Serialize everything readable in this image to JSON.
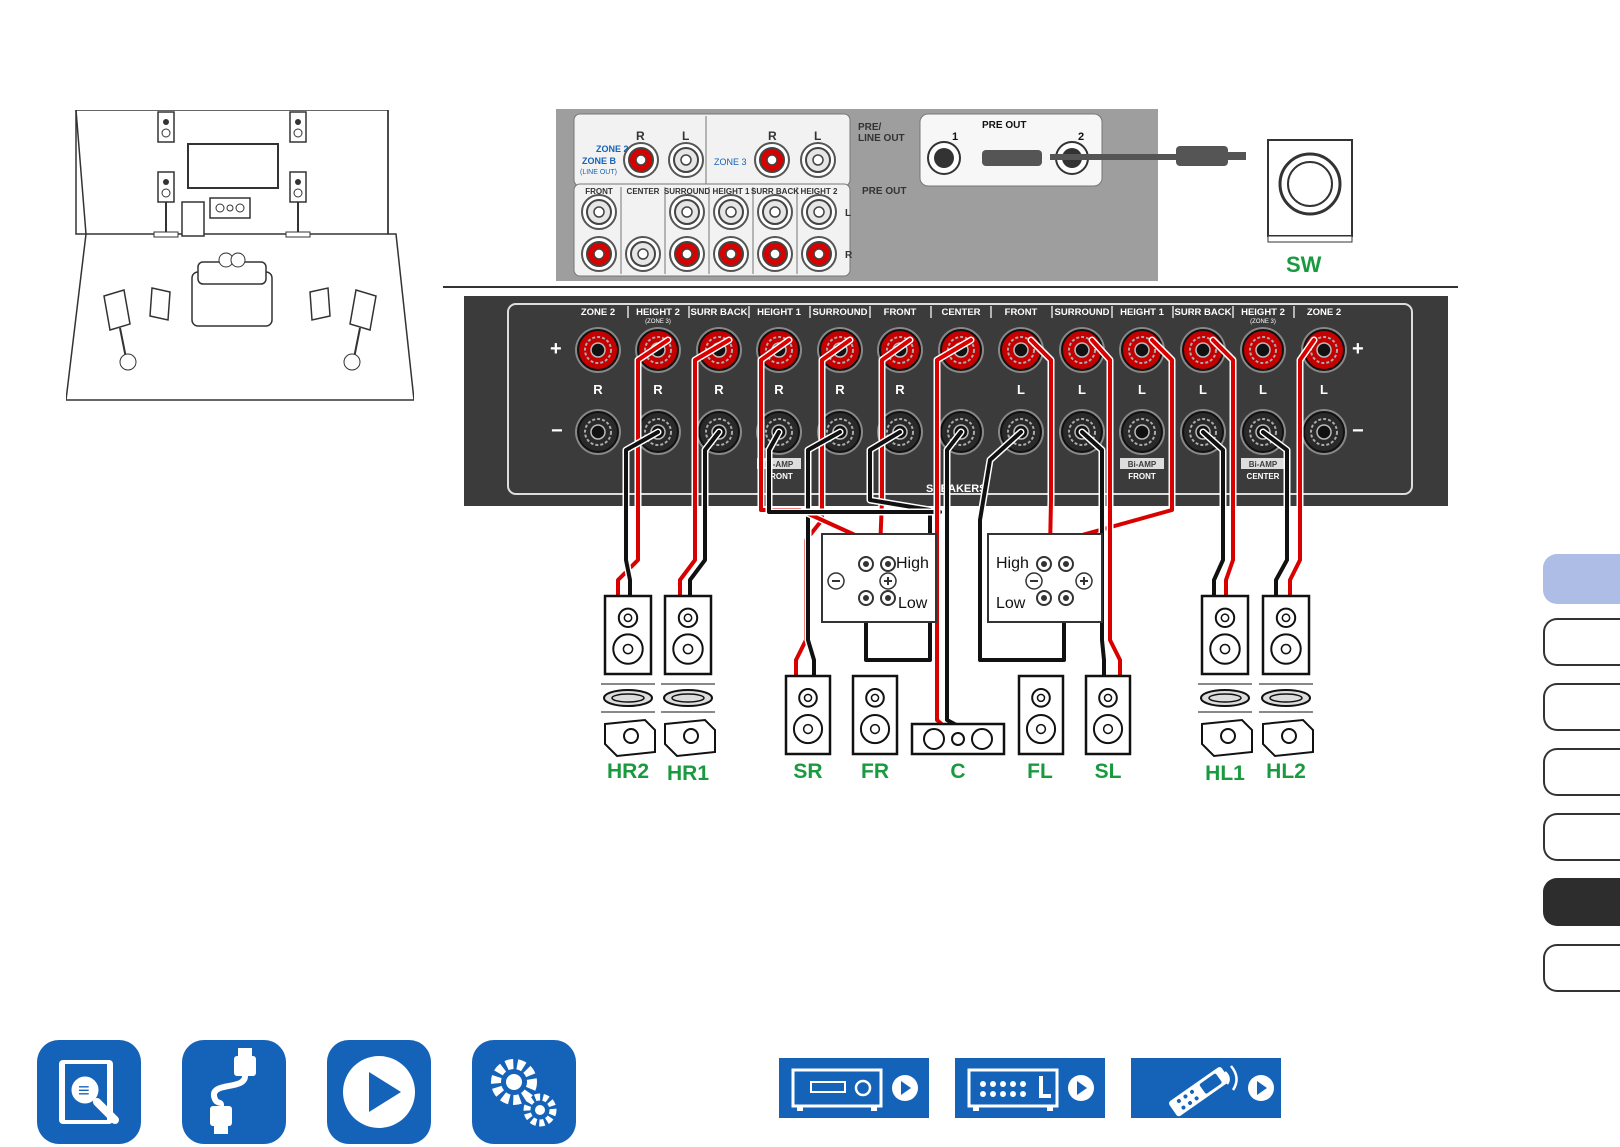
{
  "colors": {
    "accent_green": "#1a9a3f",
    "panel_dark": "#3b3b3b",
    "panel_gray": "#9e9e9e",
    "cable_red": "#d90000",
    "nav_blue": "#1463b8",
    "tab_light": "#aebde6",
    "tab_dark": "#2d2d2d"
  },
  "preout_panel": {
    "pre_line_out": "PRE/\nLINE OUT",
    "pre_line_out_l1": "PRE/",
    "pre_line_out_l2": "LINE OUT",
    "pre_out": "PRE OUT",
    "zone2_line1": "ZONE 2",
    "zone2_line2": "ZONE B",
    "zone2_line3": "(LINE OUT)",
    "zone3": "ZONE 3",
    "r": "R",
    "l": "L",
    "lower_headers": [
      "FRONT",
      "CENTER",
      "SURROUND",
      "HEIGHT 1",
      "SURR BACK",
      "HEIGHT 2"
    ],
    "subwoofer_header": "PRE OUT",
    "sub_jack_1": "1",
    "sub_jack_2": "2"
  },
  "subwoofer_label": "SW",
  "speaker_panel": {
    "headers": [
      "ZONE 2",
      "HEIGHT 2",
      "SURR BACK",
      "HEIGHT 1",
      "SURROUND",
      "FRONT",
      "CENTER",
      "FRONT",
      "SURROUND",
      "HEIGHT 1",
      "SURR BACK",
      "HEIGHT 2",
      "ZONE 2"
    ],
    "zone3_note": "(ZONE 3)",
    "channels": [
      "R",
      "R",
      "R",
      "R",
      "R",
      "R",
      "",
      "L",
      "L",
      "L",
      "L",
      "L",
      "L"
    ],
    "plus": "+",
    "minus": "−",
    "biamp_label": "Bi-AMP",
    "biamp_sub": [
      "FRONT",
      "FRONT",
      "CENTER"
    ],
    "speakers_label": "SPEAKERS"
  },
  "biamp_terminals": {
    "high": "High",
    "low": "Low"
  },
  "speaker_labels": [
    "HR2",
    "HR1",
    "SR",
    "FR",
    "C",
    "FL",
    "SL",
    "HL1",
    "HL2"
  ],
  "side_tabs": 7,
  "nav_icons": [
    "manual-search-icon",
    "cable-connection-icon",
    "play-icon",
    "settings-gears-icon"
  ],
  "link_icons": [
    "front-panel-icon",
    "rear-panel-icon",
    "remote-control-icon"
  ]
}
